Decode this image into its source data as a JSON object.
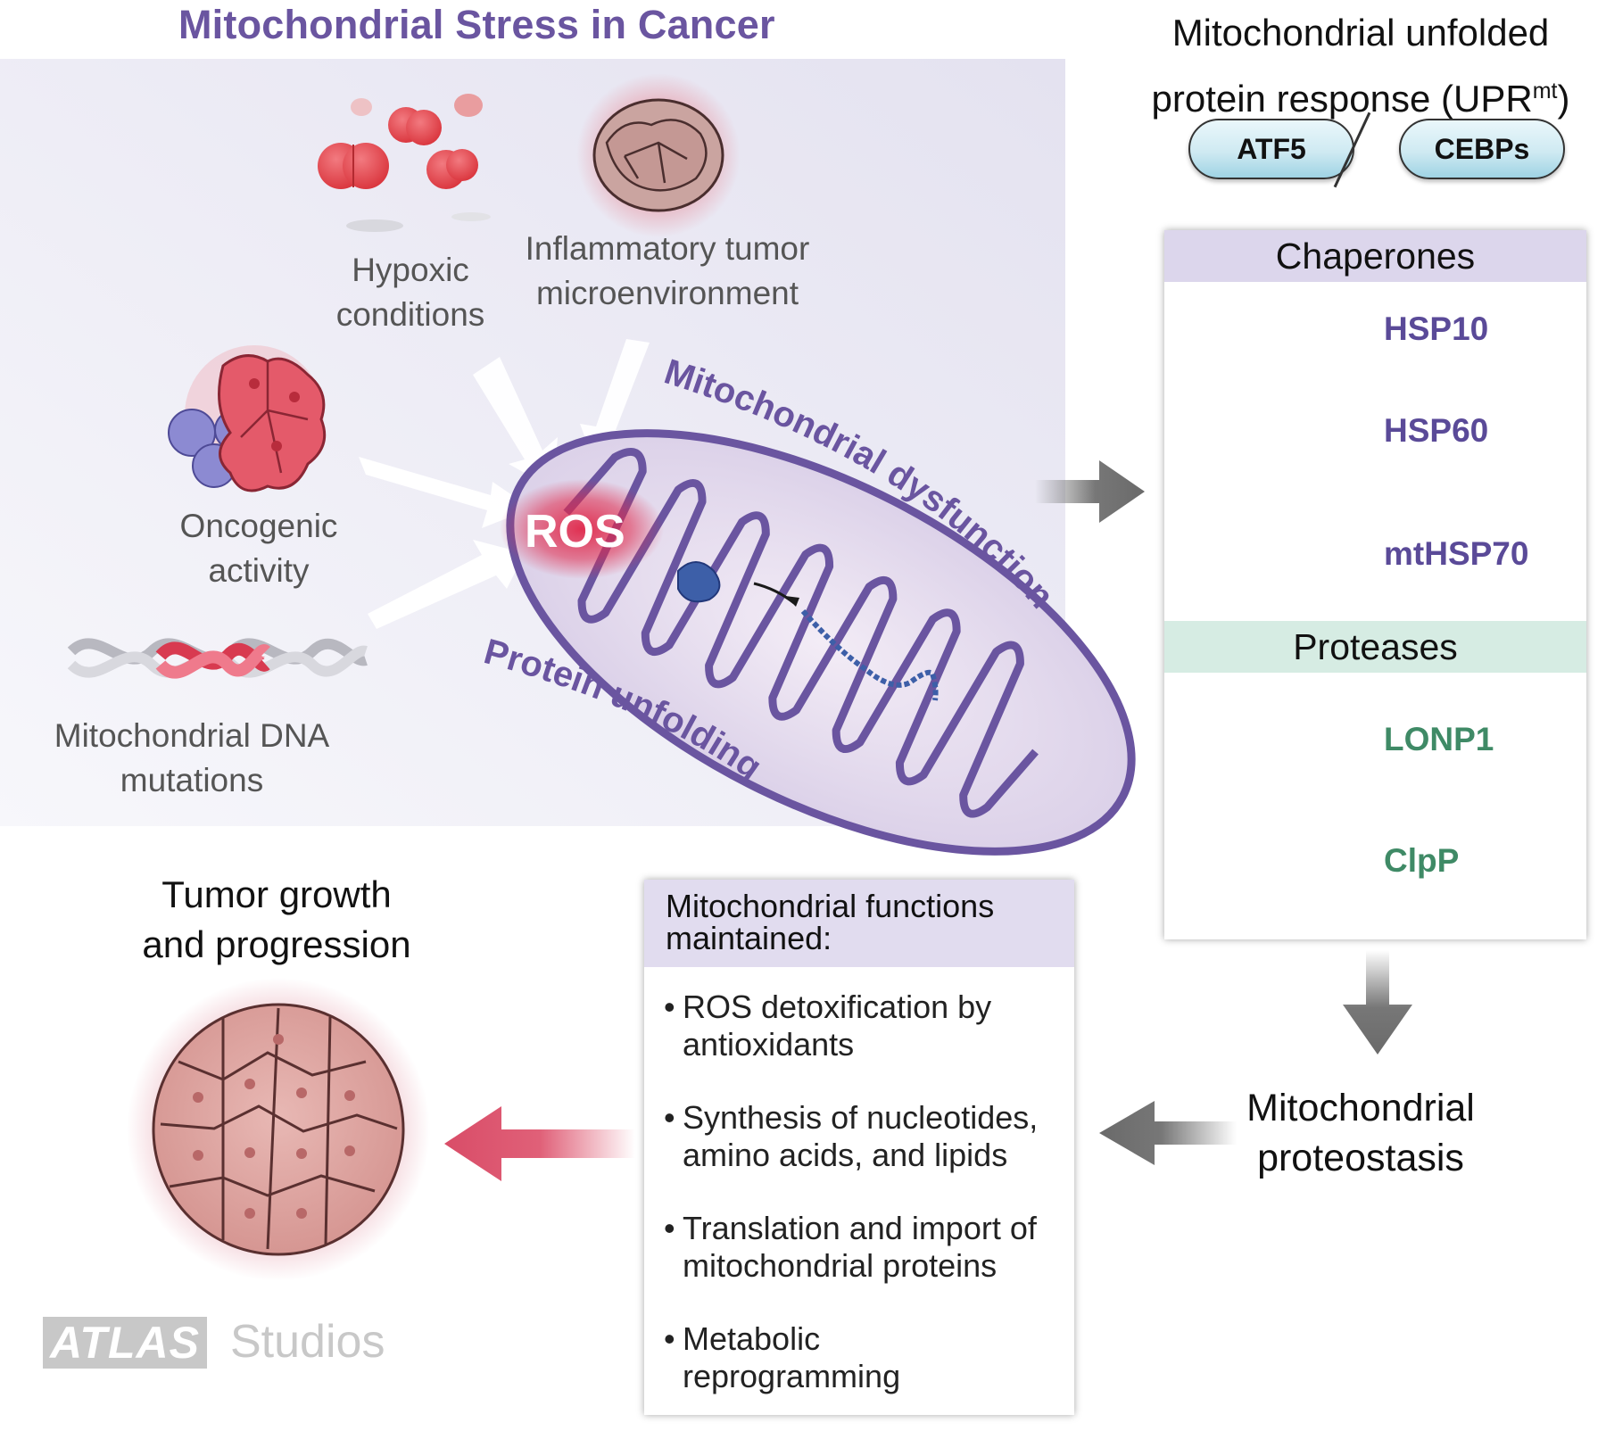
{
  "title": "Mitochondrial Stress in Cancer",
  "stressors": {
    "hypoxic": [
      "Hypoxic",
      "conditions"
    ],
    "inflammatory": [
      "Inflammatory tumor",
      "microenvironment"
    ],
    "oncogenic": [
      "Oncogenic",
      "activity"
    ],
    "mtdna": [
      "Mitochondrial DNA",
      "mutations"
    ]
  },
  "ros_label": "ROS",
  "curved_labels": {
    "dysfunction": "Mitochondrial dysfunction",
    "unfolding": "Protein unfolding"
  },
  "upr": {
    "title_line1": "Mitochondrial unfolded",
    "title_line2": "protein response (UPR",
    "title_sup": "mt",
    "title_close": ")",
    "factors": [
      "ATF5",
      "CEBPs"
    ]
  },
  "chaperones": {
    "heading": "Chaperones",
    "items": [
      "HSP10",
      "HSP60",
      "mtHSP70"
    ]
  },
  "proteases": {
    "heading": "Proteases",
    "items": [
      "LONP1",
      "ClpP"
    ]
  },
  "proteostasis": [
    "Mitochondrial",
    "proteostasis"
  ],
  "functions": {
    "heading": "Mitochondrial functions maintained:",
    "items": [
      "ROS detoxification by antioxidants",
      "Synthesis of nucleotides, amino acids, and lipids",
      "Translation and import of mitochondrial proteins",
      "Metabolic reprogramming"
    ]
  },
  "outcome": [
    "Tumor growth",
    "and progression"
  ],
  "logo": {
    "brand": "ATLAS",
    "suffix": "Studios"
  },
  "colors": {
    "accent_purple": "#6a55a0",
    "chaperone_purple": "#8e88c8",
    "protease_green": "#6fb89a",
    "ros_red": "#e0284a",
    "arrow_gray": "#777777",
    "arrow_pink": "#e06078"
  }
}
